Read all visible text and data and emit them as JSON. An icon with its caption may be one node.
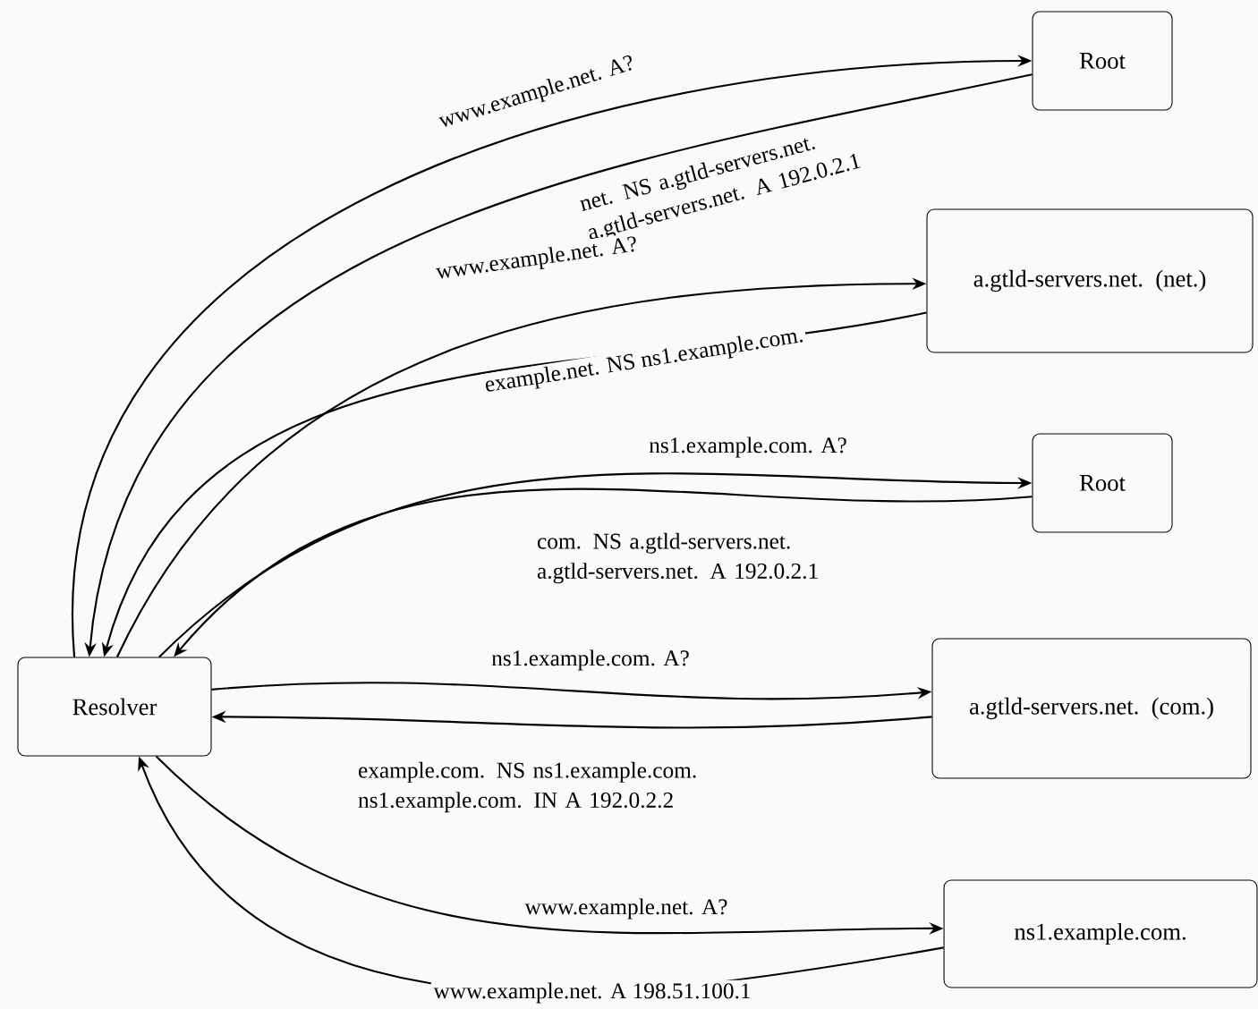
{
  "diagram": {
    "nodes": [
      {
        "text": [
          "Resolver"
        ]
      },
      {
        "text": [
          "Root"
        ]
      },
      {
        "text": [
          "a.gtld-servers.net. (net.)"
        ]
      },
      {
        "text": [
          "Root"
        ]
      },
      {
        "text": [
          "a.gtld-servers.net. (com.)"
        ]
      },
      {
        "text": [
          "ns1.example.com."
        ]
      }
    ],
    "edges": [
      {
        "from": 0,
        "to": 1,
        "arrow": "to",
        "label": "www.example.net. A?"
      },
      {
        "from": 1,
        "to": 0,
        "arrow": "to",
        "label": "net. NS a.gtld-servers.net. a.gtld-servers.net. A 192.0.2.1"
      },
      {
        "from": 0,
        "to": 2,
        "arrow": "to",
        "label": "www.example.net. A?"
      },
      {
        "from": 2,
        "to": 0,
        "arrow": "to",
        "label": "example.net. NS ns1.example.com."
      },
      {
        "from": 0,
        "to": 3,
        "arrow": "to",
        "label": "ns1.example.com. A?"
      },
      {
        "from": 3,
        "to": 0,
        "arrow": "to",
        "label": "com. NS a.gtld-servers.net. a.gtld-servers.net. A 192.0.2.1"
      },
      {
        "from": 0,
        "to": 4,
        "arrow": "to",
        "label": "ns1.example.com. A?"
      },
      {
        "from": 4,
        "to": 0,
        "arrow": "to",
        "label": "example.com. NS ns1.example.com. ns1.example.com. IN A 192.0.2.2"
      },
      {
        "from": 0,
        "to": 5,
        "arrow": "to",
        "label": "www.example.net. A?"
      },
      {
        "from": 5,
        "to": 0,
        "arrow": "to",
        "label": "www.example.net. A 198.51.100.1"
      }
    ]
  }
}
